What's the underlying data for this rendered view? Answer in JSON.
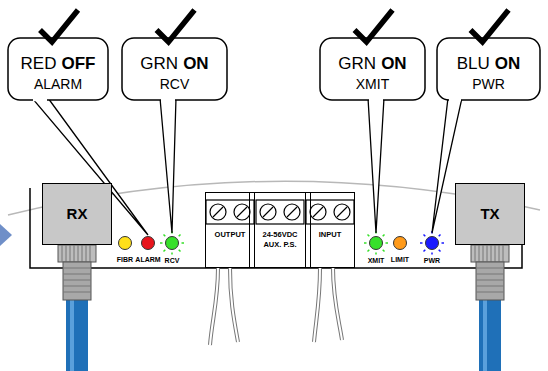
{
  "diagram": {
    "nodes": [
      {
        "text": [
          "RED",
          "OFF",
          "ALARM"
        ]
      },
      {
        "text": [
          "GRN",
          "ON",
          "RCV"
        ]
      },
      {
        "text": [
          "GRN",
          "ON",
          "XMIT"
        ]
      },
      {
        "text": [
          "BLU",
          "ON",
          "PWR"
        ]
      },
      {
        "text": [
          "RX"
        ]
      },
      {
        "text": [
          "OUTPUT"
        ]
      },
      {
        "text": [
          "24-56VDC AUX. P.S."
        ]
      },
      {
        "text": [
          "INPUT"
        ]
      },
      {
        "text": [
          "TX"
        ]
      }
    ],
    "labels": [
      "FIBR",
      "ALARM",
      "RCV",
      "XMIT",
      "LIMIT",
      "PWR"
    ]
  }
}
